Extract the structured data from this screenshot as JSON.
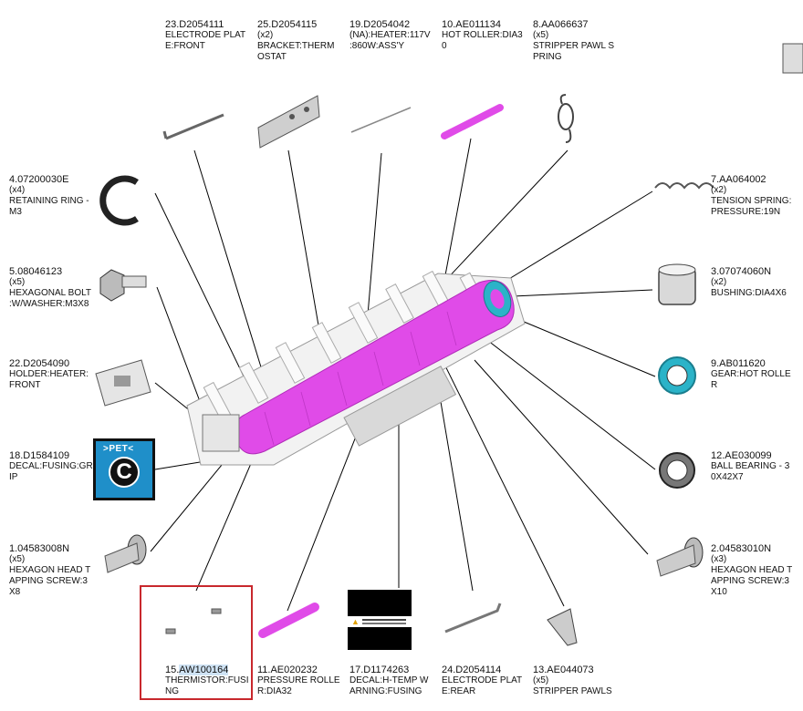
{
  "parts": [
    {
      "id": "p23",
      "code": "23.D2054111",
      "qty": "",
      "desc": "ELECTRODE PLAT\nE:FRONT"
    },
    {
      "id": "p25",
      "code": "25.D2054115",
      "qty": "(x2)",
      "desc": "BRACKET:THERM\nOSTAT"
    },
    {
      "id": "p19",
      "code": "19.D2054042",
      "qty": "",
      "desc": "(NA):HEATER:117V\n:860W:ASS'Y"
    },
    {
      "id": "p10",
      "code": "10.AE011134",
      "qty": "",
      "desc": "HOT ROLLER:DIA3\n0"
    },
    {
      "id": "p8",
      "code": "8.AA066637",
      "qty": "(x5)",
      "desc": "STRIPPER PAWL S\nPRING"
    },
    {
      "id": "p4",
      "code": "4.07200030E",
      "qty": "(x4)",
      "desc": "RETAINING RING -\nM3"
    },
    {
      "id": "p7",
      "code": "7.AA064002",
      "qty": "(x2)",
      "desc": "TENSION SPRING:\nPRESSURE:19N"
    },
    {
      "id": "p5",
      "code": "5.08046123",
      "qty": "(x5)",
      "desc": "HEXAGONAL BOLT\n:W/WASHER:M3X8"
    },
    {
      "id": "p3",
      "code": "3.07074060N",
      "qty": "(x2)",
      "desc": "BUSHING:DIA4X6"
    },
    {
      "id": "p22",
      "code": "22.D2054090",
      "qty": "",
      "desc": "HOLDER:HEATER:\nFRONT"
    },
    {
      "id": "p9",
      "code": "9.AB011620",
      "qty": "",
      "desc": "GEAR:HOT ROLLE\nR"
    },
    {
      "id": "p18",
      "code": "18.D1584109",
      "qty": "",
      "desc": "DECAL:FUSING:GR\nIP"
    },
    {
      "id": "p12",
      "code": "12.AE030099",
      "qty": "",
      "desc": "BALL BEARING - 3\n0X42X7"
    },
    {
      "id": "p1",
      "code": "1.04583008N",
      "qty": "(x5)",
      "desc": "HEXAGON HEAD T\nAPPING SCREW:3\nX8"
    },
    {
      "id": "p2",
      "code": "2.04583010N",
      "qty": "(x3)",
      "desc": "HEXAGON HEAD T\nAPPING SCREW:3\nX10"
    },
    {
      "id": "p15",
      "code": "15.AW100164",
      "qty": "",
      "desc": "THERMISTOR:FUSI\nNG"
    },
    {
      "id": "p11",
      "code": "11.AE020232",
      "qty": "",
      "desc": "PRESSURE ROLLE\nR:DIA32"
    },
    {
      "id": "p17",
      "code": "17.D1174263",
      "qty": "",
      "desc": "DECAL:H-TEMP W\nARNING:FUSING"
    },
    {
      "id": "p24",
      "code": "24.D2054114",
      "qty": "",
      "desc": "ELECTRODE PLAT\nE:REAR"
    },
    {
      "id": "p13",
      "code": "13.AE044073",
      "qty": "(x5)",
      "desc": "STRIPPER PAWLS"
    }
  ],
  "decal": {
    "pet_text": ">PET<",
    "letter": "C"
  },
  "colors": {
    "roller": "#e04be8",
    "selection": "#c8282d",
    "highlight": "#cfe3f4",
    "gear": "#2bb3c8",
    "decal_blue": "#1f8fc9"
  },
  "selected_part": "15.AW100164"
}
